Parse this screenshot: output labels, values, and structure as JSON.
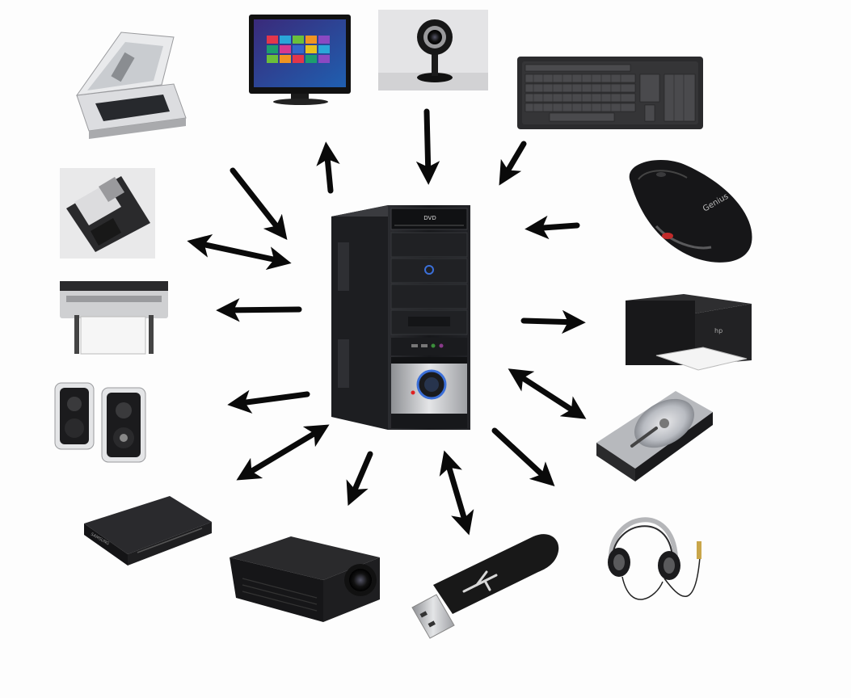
{
  "devices": [
    {
      "id": "scanner",
      "kind": "input"
    },
    {
      "id": "monitor",
      "kind": "output"
    },
    {
      "id": "webcam",
      "kind": "input"
    },
    {
      "id": "keyboard",
      "kind": "input"
    },
    {
      "id": "mouse",
      "kind": "input"
    },
    {
      "id": "laser-printer",
      "kind": "output"
    },
    {
      "id": "hard-drive",
      "kind": "input-output"
    },
    {
      "id": "headphones",
      "kind": "output"
    },
    {
      "id": "usb-flash-drive",
      "kind": "input-output"
    },
    {
      "id": "projector",
      "kind": "output"
    },
    {
      "id": "dvd-player",
      "kind": "input-output"
    },
    {
      "id": "speakers",
      "kind": "output"
    },
    {
      "id": "plotter-printer",
      "kind": "output"
    },
    {
      "id": "floppy-disk",
      "kind": "input-output"
    }
  ],
  "labels": {
    "dvd_badge": "DVD",
    "mouse_brand": "Genius",
    "printer_brand": "hp",
    "player_brand": "SAMSUNG"
  },
  "colors": {
    "arrow": "#0a0a0a",
    "case": "#1c1d20",
    "panel": "#2a2b2f",
    "silver": "#b7b9bc",
    "accent_blue": "#3b6fd8",
    "screen_blue": "#2156a6",
    "background": "#fdfdfd"
  }
}
